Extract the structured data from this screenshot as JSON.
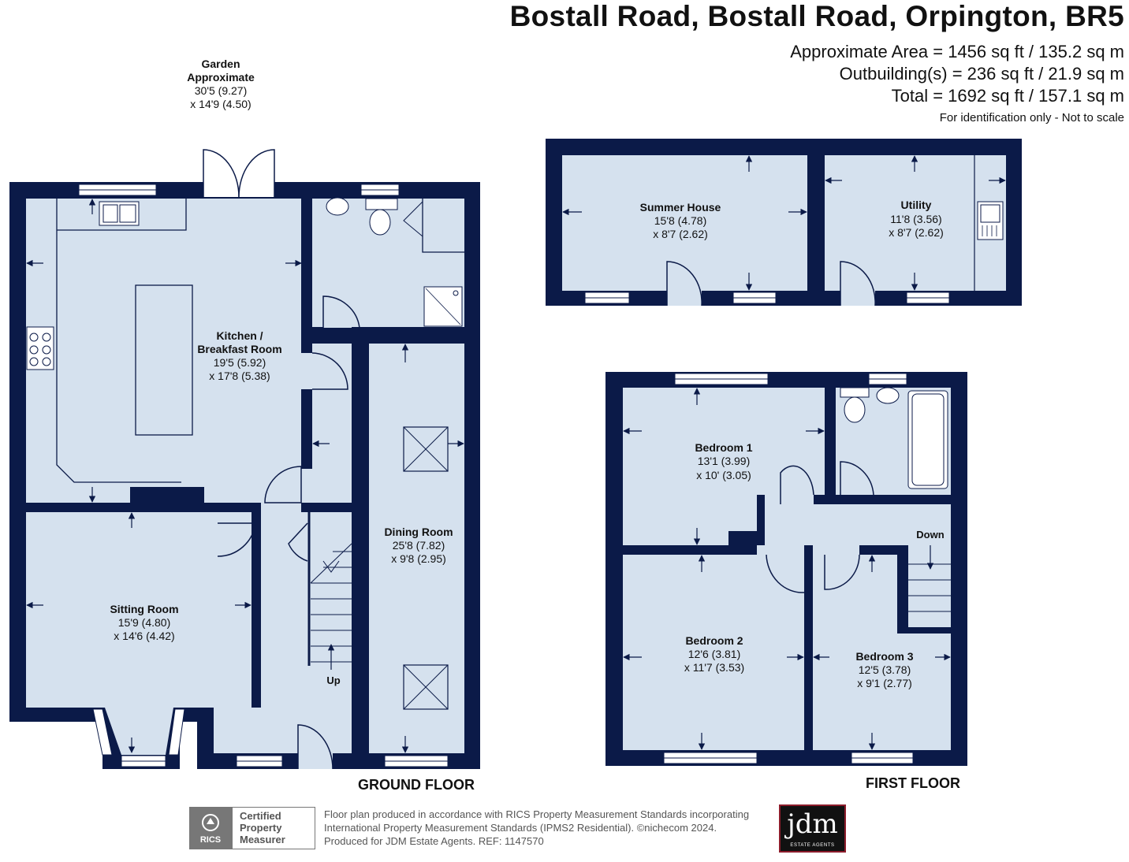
{
  "header": {
    "title": "Bostall Road, Bostall Road, Orpington, BR5",
    "area": "Approximate Area = 1456 sq ft / 135.2 sq m",
    "outbuildings": "Outbuilding(s) = 236 sq ft / 21.9 sq m",
    "total": "Total = 1692 sq ft / 157.1 sq m",
    "note": "For identification only - Not to scale"
  },
  "garden": {
    "name": "Garden",
    "qualifier": "Approximate",
    "dim1": "30'5 (9.27)",
    "dim2": "x 14'9 (4.50)"
  },
  "rooms": {
    "kitchen": {
      "name1": "Kitchen /",
      "name2": "Breakfast Room",
      "dim1": "19'5 (5.92)",
      "dim2": "x 17'8 (5.38)"
    },
    "sitting": {
      "name": "Sitting Room",
      "dim1": "15'9 (4.80)",
      "dim2": "x 14'6 (4.42)"
    },
    "dining": {
      "name": "Dining Room",
      "dim1": "25'8 (7.82)",
      "dim2": "x 9'8 (2.95)"
    },
    "summer": {
      "name": "Summer House",
      "dim1": "15'8 (4.78)",
      "dim2": "x 8'7 (2.62)"
    },
    "utility": {
      "name": "Utility",
      "dim1": "11'8 (3.56)",
      "dim2": "x 8'7 (2.62)"
    },
    "bed1": {
      "name": "Bedroom 1",
      "dim1": "13'1 (3.99)",
      "dim2": "x 10' (3.05)"
    },
    "bed2": {
      "name": "Bedroom 2",
      "dim1": "12'6 (3.81)",
      "dim2": "x 11'7 (3.53)"
    },
    "bed3": {
      "name": "Bedroom 3",
      "dim1": "12'5 (3.78)",
      "dim2": "x 9'1 (2.77)"
    }
  },
  "stairs": {
    "up": "Up",
    "down": "Down"
  },
  "floors": {
    "ground": "GROUND FLOOR",
    "first": "FIRST FLOOR"
  },
  "footer": {
    "line1": "Floor plan produced in accordance with RICS Property Measurement Standards incorporating",
    "line2": "International Property Measurement Standards (IPMS2 Residential).   ©nichecom 2024.",
    "line3": "Produced for JDM Estate Agents.   REF:  1147570",
    "rics_lines": [
      "Certified",
      "Property",
      "Measurer"
    ],
    "rics_mark": "RICS",
    "logo_main": "jdm",
    "logo_sub": "ESTATE AGENTS"
  },
  "colors": {
    "wall": "#0b1a48",
    "room_fill": "#d5e1ee",
    "text": "#111111"
  }
}
